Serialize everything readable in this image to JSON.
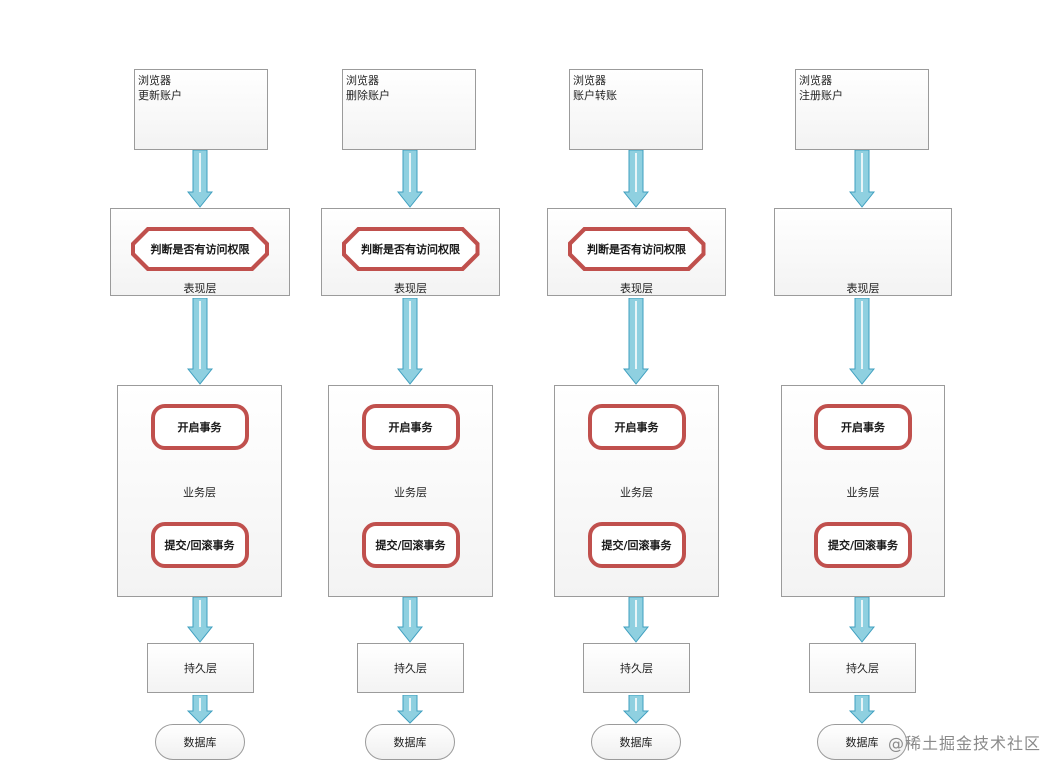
{
  "columns": [
    {
      "browser_label": "浏览器",
      "operation": "更新账户",
      "auth_check": "判断是否有访问权限",
      "presentation_layer": "表现层",
      "begin_tx": "开启事务",
      "business_layer": "业务层",
      "commit_tx": "提交/回滚事务",
      "persistence_layer": "持久层",
      "database": "数据库"
    },
    {
      "browser_label": "浏览器",
      "operation": "删除账户",
      "auth_check": "判断是否有访问权限",
      "presentation_layer": "表现层",
      "begin_tx": "开启事务",
      "business_layer": "业务层",
      "commit_tx": "提交/回滚事务",
      "persistence_layer": "持久层",
      "database": "数据库"
    },
    {
      "browser_label": "浏览器",
      "operation": "账户转账",
      "auth_check": "判断是否有访问权限",
      "presentation_layer": "表现层",
      "begin_tx": "开启事务",
      "business_layer": "业务层",
      "commit_tx": "提交/回滚事务",
      "persistence_layer": "持久层",
      "database": "数据库"
    },
    {
      "browser_label": "浏览器",
      "operation": "注册账户",
      "auth_check": "",
      "presentation_layer": "表现层",
      "begin_tx": "开启事务",
      "business_layer": "业务层",
      "commit_tx": "提交/回滚事务",
      "persistence_layer": "持久层",
      "database": "数据库"
    }
  ],
  "colors": {
    "highlight_border": "#c0504d",
    "arrow_fill": "#8fd0e0",
    "arrow_stroke": "#3f9fbf",
    "box_border": "#9b9b9b"
  },
  "watermark": "@稀土掘金技术社区"
}
